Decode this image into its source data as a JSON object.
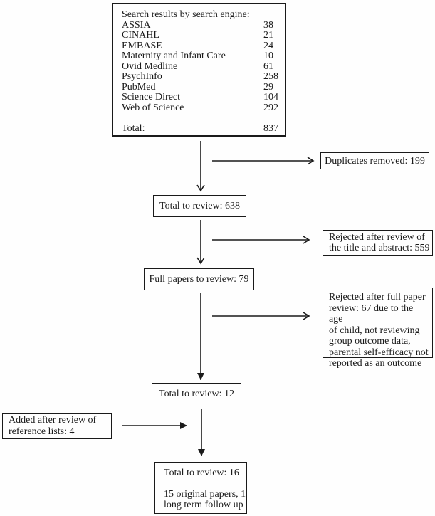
{
  "page": {
    "background": "#ffffff",
    "ink": "#1a1a1a"
  },
  "diagram": {
    "search_box": {
      "title": "Search results by search engine:",
      "rows": [
        {
          "label": "ASSIA",
          "value": "38"
        },
        {
          "label": "CINAHL",
          "value": "21"
        },
        {
          "label": "EMBASE",
          "value": "24"
        },
        {
          "label": "Maternity and Infant Care",
          "value": "10"
        },
        {
          "label": "Ovid Medline",
          "value": "61"
        },
        {
          "label": "PsychInfo",
          "value": "258"
        },
        {
          "label": "PubMed",
          "value": "29"
        },
        {
          "label": "Science Direct",
          "value": "104"
        },
        {
          "label": "Web of Science",
          "value": "292"
        }
      ],
      "total_label": "Total:",
      "total_value": "837"
    },
    "duplicates_box": {
      "text": "Duplicates removed: 199"
    },
    "total_638_box": {
      "text": "Total to review: 638"
    },
    "rejected_title_box": {
      "text": "Rejected after review of\nthe title and abstract: 559"
    },
    "full_papers_box": {
      "text": "Full papers to review: 79"
    },
    "rejected_full_box": {
      "text": "Rejected after full paper\nreview: 67 due to the age\nof child, not reviewing\ngroup outcome data,\nparental self-efficacy not\nreported as an outcome"
    },
    "total_12_box": {
      "text": "Total to review: 12"
    },
    "added_box": {
      "text": "Added after review of\nreference lists: 4"
    },
    "final_box": {
      "text": "Total to review: 16\n\n15 original papers, 1\nlong term follow up"
    }
  }
}
